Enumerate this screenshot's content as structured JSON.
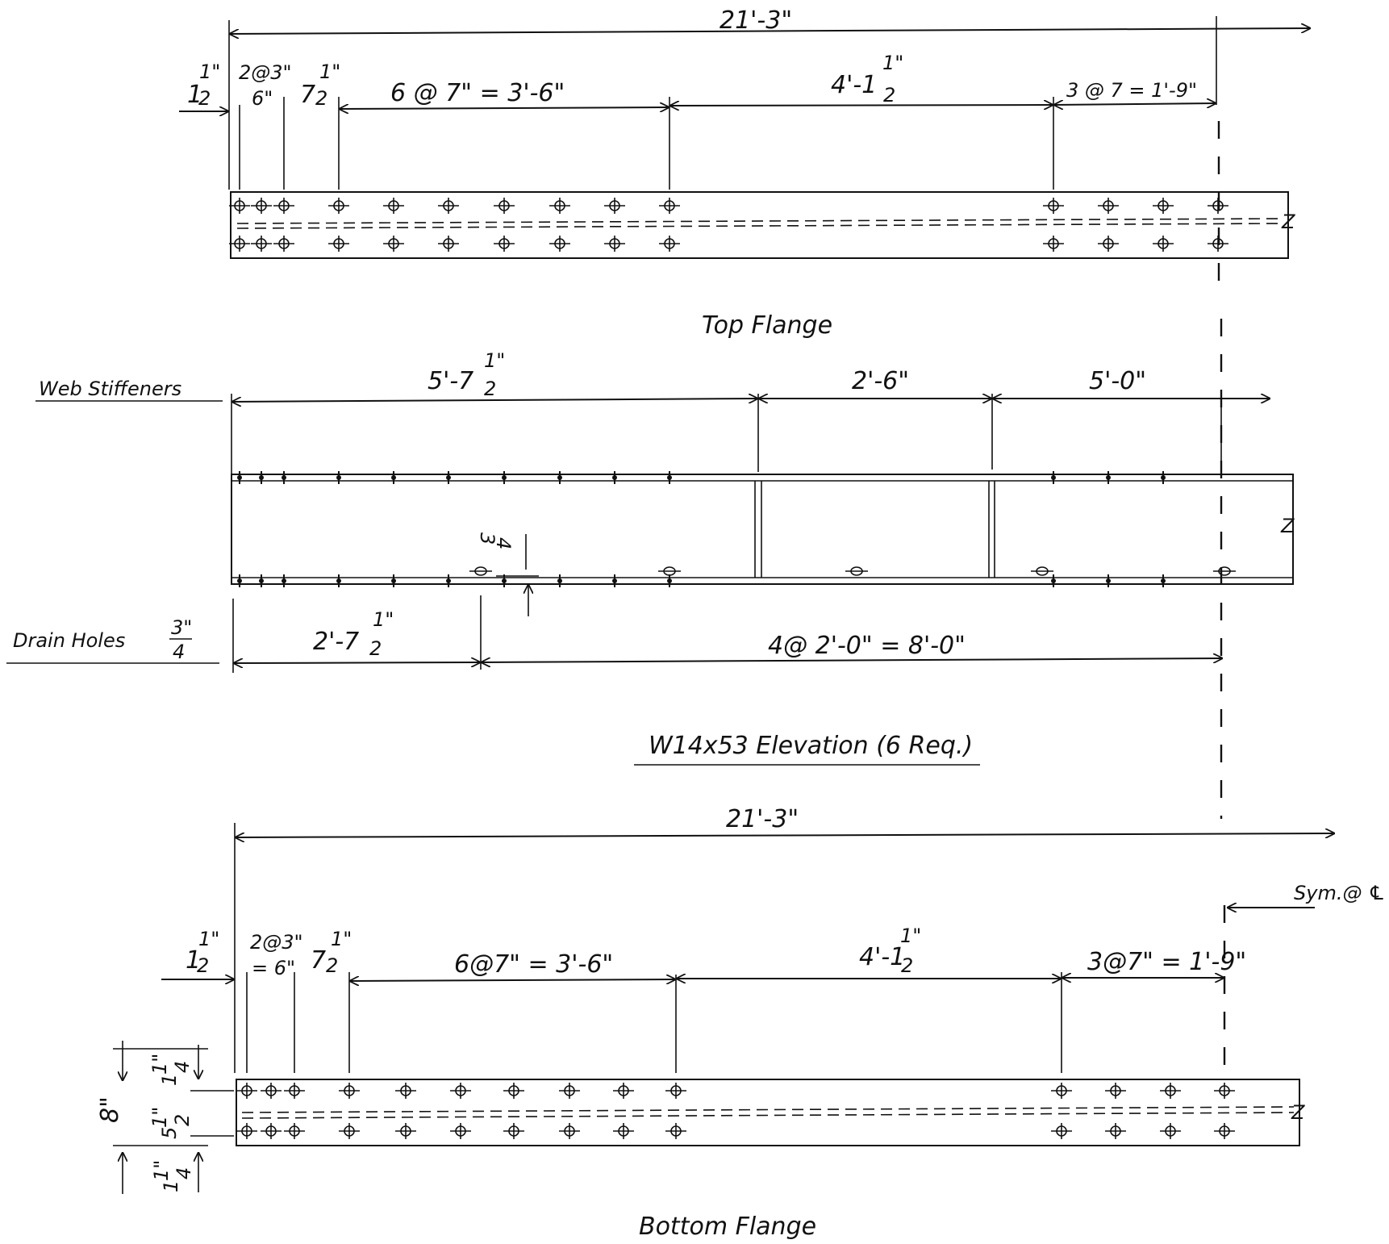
{
  "top_flange": {
    "overall": "21'-3\"",
    "edge_whole": "1",
    "edge_num": "1\"",
    "edge_den": "2",
    "pitch_a_line1": "2@3\"",
    "pitch_a_line2": "6\"",
    "gap_whole": "7",
    "gap_num": "1\"",
    "gap_den": "2",
    "pitch_b": "6 @ 7\" = 3'-6\"",
    "mid_whole": "4'-1",
    "mid_num": "1\"",
    "mid_den": "2",
    "pitch_c": "3 @ 7 = 1'-9\"",
    "title": "Top Flange"
  },
  "elevation": {
    "web_stiffeners_label": "Web Stiffeners",
    "stiff_a_whole": "5'-7",
    "stiff_a_num": "1\"",
    "stiff_a_den": "2",
    "stiff_b": "2'-6\"",
    "stiff_c": "5'-0\"",
    "drain_offset_num": "3",
    "drain_offset_den": "4",
    "drain_holes_label": "Drain Holes",
    "drain_size_num": "3\"",
    "drain_size_den": "4",
    "drain_a_whole": "2'-7",
    "drain_a_num": "1\"",
    "drain_a_den": "2",
    "drain_b": "4@ 2'-0\" = 8'-0\"",
    "title": "W14x53 Elevation (6 Req.)"
  },
  "bottom_flange": {
    "overall": "21'-3\"",
    "symmetry_label": "Sym.@ ℄",
    "edge_whole": "1",
    "edge_num": "1\"",
    "edge_den": "2",
    "pitch_a_line1": "2@3\"",
    "pitch_a_line2": "= 6\"",
    "gap_whole": "7",
    "gap_num": "1\"",
    "gap_den": "2",
    "pitch_b": "6@7\" = 3'-6\"",
    "mid_whole": "4'-1",
    "mid_num": "1\"",
    "mid_den": "2",
    "pitch_c": "3@7\" = 1'-9\"",
    "width": "8\"",
    "edge_top_whole": "1",
    "edge_top_num": "1\"",
    "edge_top_den": "4",
    "gauge_whole": "5",
    "gauge_num": "1\"",
    "gauge_den": "2",
    "edge_bot_whole": "1",
    "edge_bot_num": "1\"",
    "edge_bot_den": "4",
    "title": "Bottom Flange"
  }
}
